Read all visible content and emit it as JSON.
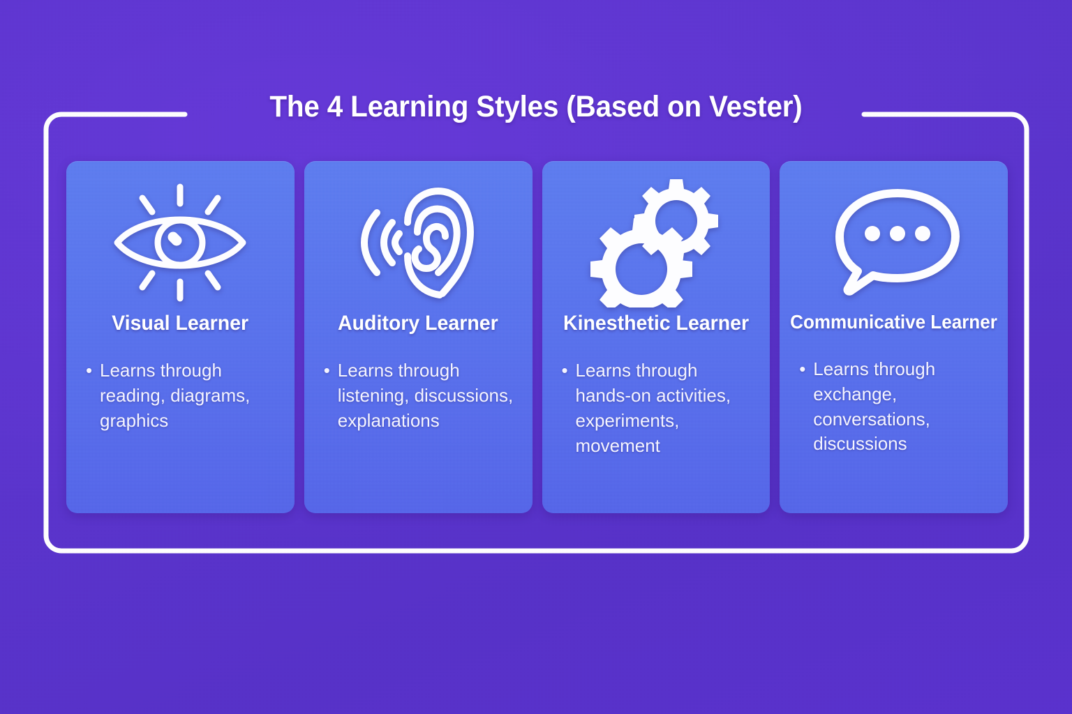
{
  "page": {
    "title": "The 4 Learning Styles (Based on Vester)",
    "background_color": "#5a33cd",
    "frame_color": "#ffffff",
    "card_color": "#5974f1",
    "text_color": "#ffffff"
  },
  "cards": [
    {
      "icon": "eye-icon",
      "title": "Visual Learner",
      "bullet_marker": "•",
      "bullet": "Learns through reading, diagrams, graphics"
    },
    {
      "icon": "ear-sound-waves-icon",
      "title": "Auditory Learner",
      "bullet_marker": "•",
      "bullet": "Learns through listening, discussions, explanations"
    },
    {
      "icon": "gears-icon",
      "title": "Kinesthetic Learner",
      "bullet_marker": "•",
      "bullet": "Learns through hands-on activities, experiments, movement"
    },
    {
      "icon": "speech-bubble-icon",
      "title": "Communicative Learner",
      "bullet_marker": "•",
      "bullet": "Learns through exchange, conversations, discussions"
    }
  ]
}
